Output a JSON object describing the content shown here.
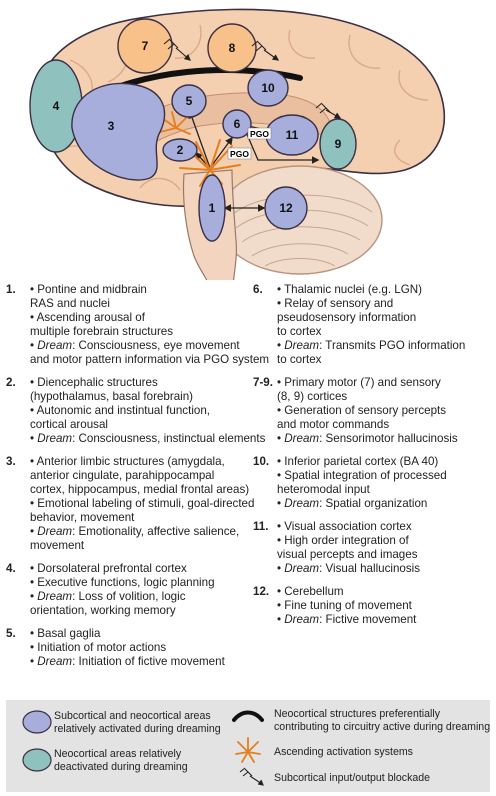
{
  "diagram": {
    "regions": [
      {
        "id": "1",
        "kind": "activated"
      },
      {
        "id": "2",
        "kind": "activated"
      },
      {
        "id": "3",
        "kind": "activated"
      },
      {
        "id": "4",
        "kind": "deactivated"
      },
      {
        "id": "5",
        "kind": "activated"
      },
      {
        "id": "6",
        "kind": "activated"
      },
      {
        "id": "7",
        "kind": "primary-cortex"
      },
      {
        "id": "8",
        "kind": "primary-cortex"
      },
      {
        "id": "9",
        "kind": "deactivated"
      },
      {
        "id": "10",
        "kind": "activated"
      },
      {
        "id": "11",
        "kind": "activated"
      },
      {
        "id": "12",
        "kind": "activated"
      }
    ],
    "pgo_labels": [
      "PGO",
      "PGO"
    ],
    "colors": {
      "activated": "#a7aedc",
      "deactivated": "#8fc2be",
      "primary_cortex": "#f9c18a",
      "cortex": "#f4d0b1",
      "cortex_dark": "#dca587",
      "cerebellum": "#f1dccb",
      "stem": "#f2d4bf",
      "outline": "#3a2f44"
    },
    "icons": [
      "ascending-activation-star-icon",
      "blockade-icon",
      "neocortical-arc-icon"
    ]
  },
  "left_entries": [
    {
      "number": "1.",
      "lines": [
        {
          "b": "• ",
          "t": "Pontine and midbrain"
        },
        {
          "t": "RAS and nuclei"
        },
        {
          "b": "• ",
          "t": "Ascending arousal of"
        },
        {
          "t": "multiple forebrain structures"
        },
        {
          "b": "• ",
          "em": "Dream",
          "t": ": Consciousness, eye movement"
        },
        {
          "t": "and motor pattern information via PGO system"
        }
      ]
    },
    {
      "number": "2.",
      "lines": [
        {
          "b": "• ",
          "t": "Diencephalic structures"
        },
        {
          "t": "(hypothalamus, basal forebrain)"
        },
        {
          "b": "• ",
          "t": "Autonomic and instintual function,"
        },
        {
          "t": "cortical arousal"
        },
        {
          "b": "• ",
          "em": "Dream",
          "t": ": Consciousness, instinctual elements"
        }
      ]
    },
    {
      "number": "3.",
      "lines": [
        {
          "b": "• ",
          "t": "Anterior limbic structures (amygdala,"
        },
        {
          "t": "anterior cingulate, parahippocampal"
        },
        {
          "t": "cortex, hippocampus, medial frontal areas)"
        },
        {
          "b": "• ",
          "t": "Emotional labeling of stimuli, goal-directed"
        },
        {
          "t": "behavior, movement"
        },
        {
          "b": "• ",
          "em": "Dream",
          "t": ": Emotionality, affective salience,"
        },
        {
          "t": "movement"
        }
      ]
    },
    {
      "number": "4.",
      "lines": [
        {
          "b": "• ",
          "t": "Dorsolateral prefrontal cortex"
        },
        {
          "b": "• ",
          "t": "Executive functions, logic planning"
        },
        {
          "b": "• ",
          "em": "Dream",
          "t": ": Loss of volition, logic"
        },
        {
          "t": "orientation, working memory"
        }
      ]
    },
    {
      "number": "5.",
      "lines": [
        {
          "b": "• ",
          "t": "Basal gaglia"
        },
        {
          "b": "• ",
          "t": "Initiation of motor actions"
        },
        {
          "b": "• ",
          "em": "Dream",
          "t": ": Initiation of fictive movement"
        }
      ]
    }
  ],
  "right_entries": [
    {
      "number": "6.",
      "lines": [
        {
          "b": "• ",
          "t": "Thalamic nuclei (e.g. LGN)"
        },
        {
          "b": "• ",
          "t": "Relay of sensory and"
        },
        {
          "t": "pseudosensory information"
        },
        {
          "t": "to cortex"
        },
        {
          "b": "• ",
          "em": "Dream",
          "t": ": Transmits PGO information"
        },
        {
          "t": "to cortex"
        }
      ]
    },
    {
      "number": "7-9.",
      "lines": [
        {
          "b": "• ",
          "t": "Primary motor (7) and sensory"
        },
        {
          "t": "(8, 9) cortices"
        },
        {
          "b": "• ",
          "t": "Generation of sensory percepts"
        },
        {
          "t": "and motor commands"
        },
        {
          "b": "• ",
          "em": "Dream",
          "t": ": Sensorimotor hallucinosis"
        }
      ]
    },
    {
      "number": "10.",
      "lines": [
        {
          "b": "• ",
          "t": "Inferior parietal cortex (BA 40)"
        },
        {
          "b": "• ",
          "t": "Spatial integration of processed"
        },
        {
          "t": "heteromodal input"
        },
        {
          "b": "• ",
          "em": "Dream",
          "t": ": Spatial organization"
        }
      ]
    },
    {
      "number": "11.",
      "lines": [
        {
          "b": "• ",
          "t": "Visual association cortex"
        },
        {
          "b": "• ",
          "t": "High order integration of"
        },
        {
          "t": "visual percepts and images"
        },
        {
          "b": "• ",
          "em": "Dream",
          "t": ": Visual hallucinosis"
        }
      ]
    },
    {
      "number": "12.",
      "lines": [
        {
          "b": "• ",
          "t": "Cerebellum"
        },
        {
          "b": "• ",
          "t": "Fine tuning of movement"
        },
        {
          "b": "• ",
          "em": "Dream",
          "t": ": Fictive movement"
        }
      ]
    }
  ],
  "legend": [
    {
      "icon": "activated-swatch-icon",
      "lines": [
        "Subcortical and neocortical areas",
        "relatively activated during dreaming"
      ]
    },
    {
      "icon": "neocortical-arc-icon",
      "lines": [
        "Neocortical structures preferentially",
        "contributing to circuitry active during dreaming"
      ]
    },
    {
      "icon": "deactivated-swatch-icon",
      "lines": [
        "Neocortical areas relatively",
        "deactivated during dreaming"
      ]
    },
    {
      "icon": "ascending-activation-star-icon",
      "lines": [
        "Ascending activation systems"
      ]
    },
    {
      "icon": "blockade-icon",
      "lines": [
        "Subcortical input/output blockade"
      ]
    }
  ]
}
